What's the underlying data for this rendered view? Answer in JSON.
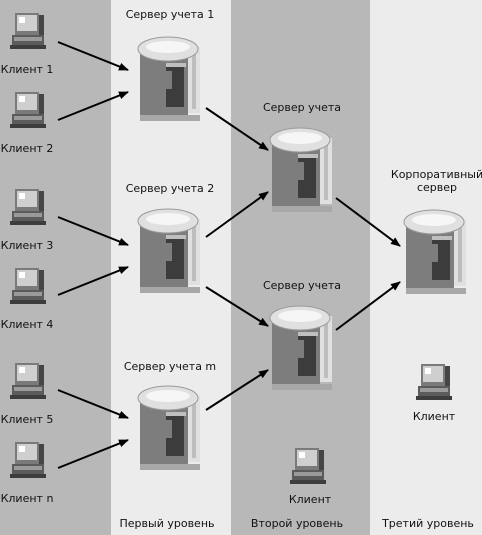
{
  "colors": {
    "band_dark": "#b8b8b8",
    "band_light": "#ececec",
    "server_body": "#7d7d7d",
    "server_dark": "#3c3c3c",
    "server_top": "#e0e0e0"
  },
  "clients": [
    {
      "label": "Клиент 1",
      "icon": "client-computer-icon"
    },
    {
      "label": "Клиент 2",
      "icon": "client-computer-icon"
    },
    {
      "label": "Клиент 3",
      "icon": "client-computer-icon"
    },
    {
      "label": "Клиент 4",
      "icon": "client-computer-icon"
    },
    {
      "label": "Клиент 5",
      "icon": "client-computer-icon"
    },
    {
      "label": "Клиент n",
      "icon": "client-computer-icon"
    }
  ],
  "level1": {
    "servers": [
      {
        "label": "Сервер учета 1",
        "icon": "server-icon"
      },
      {
        "label": "Сервер учета 2",
        "icon": "server-icon"
      },
      {
        "label": "Сервер учета m",
        "icon": "server-icon"
      }
    ],
    "band_label": "Первый уровень"
  },
  "level2": {
    "servers": [
      {
        "label": "Сервер учета",
        "icon": "server-icon"
      },
      {
        "label": "Сервер учета",
        "icon": "server-icon"
      }
    ],
    "client_label": "Клиент",
    "band_label": "Второй уровень"
  },
  "level3": {
    "server_label_line1": "Корпоративный",
    "server_label_line2": "сервер",
    "client_label": "Клиент",
    "band_label": "Третий уровень"
  }
}
